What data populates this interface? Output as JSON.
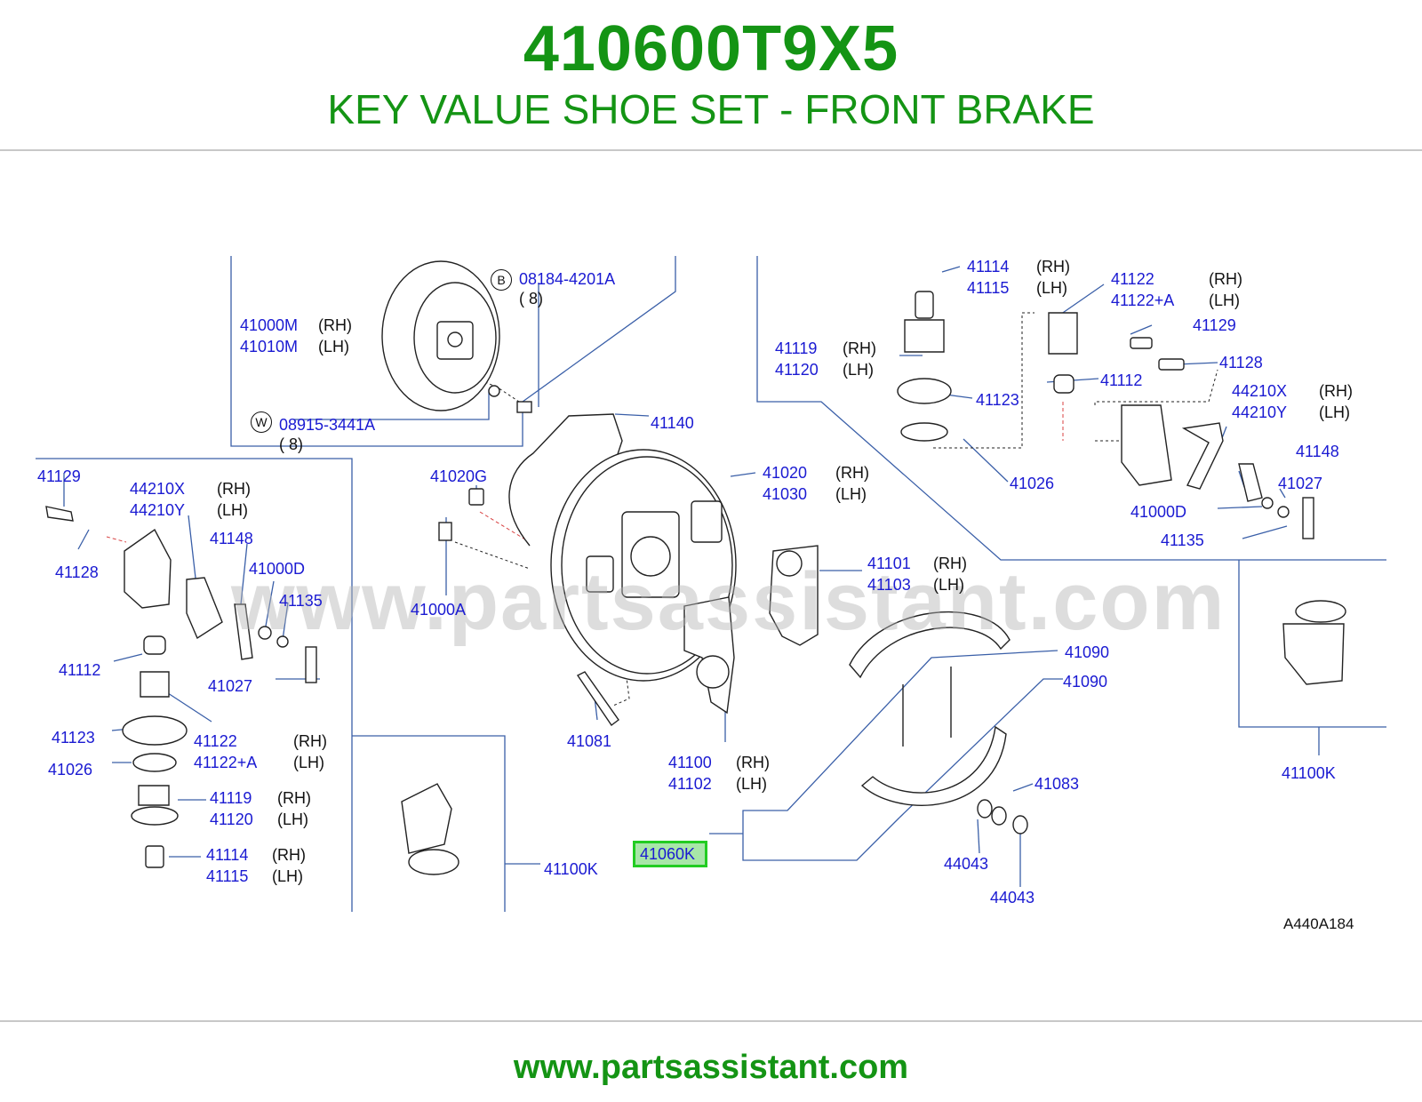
{
  "header": {
    "part_number": "410600T9X5",
    "part_name": "KEY VALUE SHOE SET - FRONT BRAKE"
  },
  "footer": {
    "url": "www.partsassistant.com"
  },
  "watermark": "www.partsassistant.com",
  "diagram": {
    "reference_code": "A440A184",
    "highlighted_part": "41060K",
    "badges": {
      "b": "B",
      "w": "W"
    },
    "labels": {
      "p41000M": "41000M",
      "p41010M": "41010M",
      "p08184": "08184-4201A",
      "q8a": "( 8)",
      "p08915": "08915-3441A",
      "q8b": "( 8)",
      "p41140": "41140",
      "p41020": "41020",
      "p41030": "41030",
      "p41020G": "41020G",
      "p41000A": "41000A",
      "p41101": "41101",
      "p41103": "41103",
      "p41090a": "41090",
      "p41090b": "41090",
      "p41081": "41081",
      "p41100": "41100",
      "p41102": "41102",
      "p41083": "41083",
      "p44043a": "44043",
      "p44043b": "44043",
      "p41100K_c": "41100K",
      "p41100K_r": "41100K",
      "L41129": "41129",
      "L44210X": "44210X",
      "L44210Y": "44210Y",
      "L41148": "41148",
      "L41000D": "41000D",
      "L41135": "41135",
      "L41128": "41128",
      "L41112": "41112",
      "L41027": "41027",
      "L41123": "41123",
      "L41122": "41122",
      "L41122A": "41122+A",
      "L41026": "41026",
      "L41119": "41119",
      "L41120": "41120",
      "L41114": "41114",
      "L41115": "41115",
      "R41114": "41114",
      "R41115": "41115",
      "R41122": "41122",
      "R41122A": "41122+A",
      "R41129": "41129",
      "R41119": "41119",
      "R41120": "41120",
      "R41128": "41128",
      "R41112": "41112",
      "R44210X": "44210X",
      "R44210Y": "44210Y",
      "R41123": "41123",
      "R41148": "41148",
      "R41026": "41026",
      "R41027": "41027",
      "R41000D": "41000D",
      "R41135": "41135"
    },
    "sides": {
      "rh": "(RH)",
      "lh": "(LH)"
    }
  }
}
